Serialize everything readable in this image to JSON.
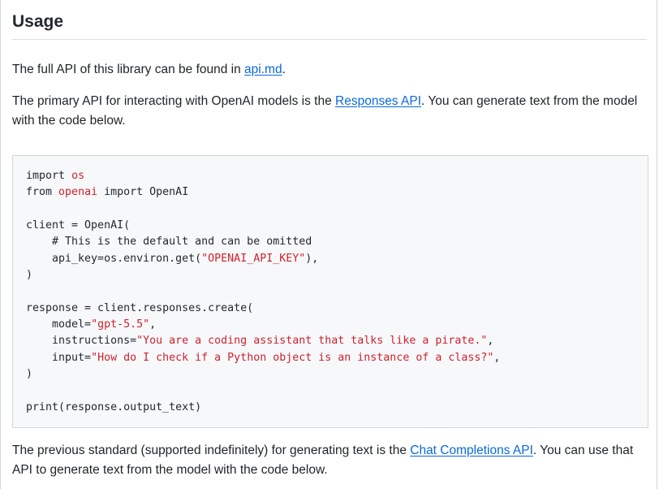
{
  "heading": "Usage",
  "p1": {
    "before": "The full API of this library can be found in ",
    "link": "api.md",
    "after": "."
  },
  "p2": {
    "before": "The primary API for interacting with OpenAI models is the ",
    "link": "Responses API",
    "after": ". You can generate text from the model with the code below."
  },
  "code": {
    "l1": {
      "kw": "import",
      "sp": " ",
      "mod": "os"
    },
    "l2": {
      "kw1": "from",
      "sp1": " ",
      "mod": "openai",
      "sp2": " ",
      "kw2": "import",
      "rest": " OpenAI"
    },
    "l4": "client = OpenAI(",
    "l5": "    # This is the default and can be omitted",
    "l6": {
      "pre": "    api_key=os.environ.get(",
      "str": "\"OPENAI_API_KEY\"",
      "post": "),"
    },
    "l7": ")",
    "l9": "response = client.responses.create(",
    "l10": {
      "pre": "    model=",
      "str": "\"gpt-5.5\"",
      "post": ","
    },
    "l11": {
      "pre": "    instructions=",
      "str": "\"You are a coding assistant that talks like a pirate.\"",
      "post": ","
    },
    "l12": {
      "pre": "    input=",
      "str": "\"How do I check if a Python object is an instance of a class?\"",
      "post": ","
    },
    "l13": ")",
    "l15": {
      "fn": "print",
      "rest": "(response.output_text)"
    }
  },
  "p3": {
    "before": "The previous standard (supported indefinitely) for generating text is the ",
    "link": "Chat Completions API",
    "after": ". You can use that API to generate text from the model with the code below."
  }
}
